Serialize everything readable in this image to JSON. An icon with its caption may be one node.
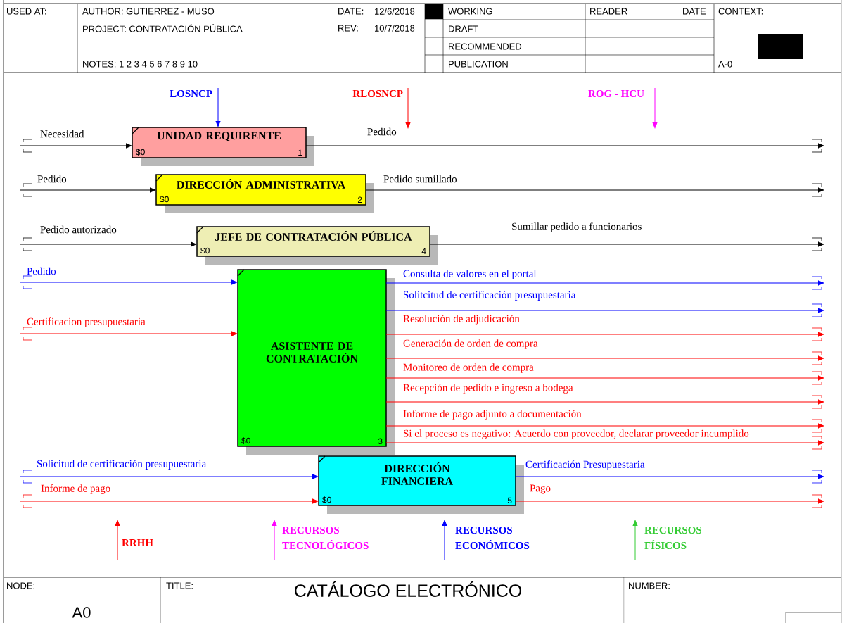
{
  "diagram": {
    "title": "CATÁLOGO ELECTRÓNICO",
    "nodes": [
      {
        "text": [
          "UNIDAD REQUIRENTE",
          "$0",
          "1"
        ]
      },
      {
        "text": [
          "DIRECCIÓN ADMINISTRATIVA",
          "$0",
          "2"
        ]
      },
      {
        "text": [
          "JEFE DE CONTRATACIÓN PÚBLICA",
          "$0",
          "4"
        ]
      },
      {
        "text": [
          "ASISTENTE DE CONTRATACIÓN",
          "$0",
          "3"
        ]
      },
      {
        "text": [
          "DIRECCIÓN FINANCIERA",
          "$0",
          "5"
        ]
      }
    ],
    "edges": [
      {
        "from": null,
        "to": 0,
        "arrow": "to",
        "label": "Necesidad",
        "color": "#000000"
      },
      {
        "from": 0,
        "to": null,
        "arrow": "to",
        "label": "Pedido",
        "color": "#000000"
      },
      {
        "from": null,
        "to": 1,
        "arrow": "to",
        "label": "Pedido",
        "color": "#000000"
      },
      {
        "from": 1,
        "to": null,
        "arrow": "to",
        "label": "Pedido sumillado",
        "color": "#000000"
      },
      {
        "from": null,
        "to": 2,
        "arrow": "to",
        "label": "Pedido autorizado",
        "color": "#000000"
      },
      {
        "from": 2,
        "to": null,
        "arrow": "to",
        "label": "Sumillar pedido a funcionarios",
        "color": "#000000"
      },
      {
        "from": null,
        "to": 3,
        "arrow": "to",
        "label": "Pedido",
        "color": "#0000ff"
      },
      {
        "from": null,
        "to": 3,
        "arrow": "to",
        "label": "Certificacion presupuestaria",
        "color": "#ff0000"
      },
      {
        "from": 3,
        "to": null,
        "arrow": "to",
        "label": "Consulta de valores en el portal",
        "color": "#0000ff"
      },
      {
        "from": 3,
        "to": null,
        "arrow": "to",
        "label": "Solitcitud de certificación presupuestaria",
        "color": "#0000ff"
      },
      {
        "from": 3,
        "to": null,
        "arrow": "to",
        "label": "Resolución de adjudicación",
        "color": "#ff0000"
      },
      {
        "from": 3,
        "to": null,
        "arrow": "to",
        "label": "Generación de orden de compra",
        "color": "#ff0000"
      },
      {
        "from": 3,
        "to": null,
        "arrow": "to",
        "label": "Monitoreo de orden de compra",
        "color": "#ff0000"
      },
      {
        "from": 3,
        "to": null,
        "arrow": "to",
        "label": "Recepción de pedido e ingreso a bodega",
        "color": "#ff0000"
      },
      {
        "from": 3,
        "to": null,
        "arrow": "to",
        "label": "Informe de pago adjunto a documentación",
        "color": "#ff0000"
      },
      {
        "from": 3,
        "to": null,
        "arrow": "to",
        "label": "Si el proceso es negativo: Acuerdo con proveedor, declarar proveedor incumplido",
        "color": "#ff0000"
      },
      {
        "from": null,
        "to": 4,
        "arrow": "to",
        "label": "Solicitud de certificación presupuestaria",
        "color": "#0000ff"
      },
      {
        "from": null,
        "to": 4,
        "arrow": "to",
        "label": "Informe de pago",
        "color": "#ff0000"
      },
      {
        "from": 4,
        "to": null,
        "arrow": "to",
        "label": "Certificación Presupuestaria",
        "color": "#0000ff"
      },
      {
        "from": 4,
        "to": null,
        "arrow": "to",
        "label": "Pago",
        "color": "#ff0000"
      },
      {
        "from": null,
        "to": 0,
        "arrow": "to",
        "label": "LOSNCP",
        "color": "#0000ff"
      }
    ],
    "labels": [
      "USED AT:",
      "AUTHOR: GUTIERREZ - MUSO",
      "DATE:",
      "12/6/2018",
      "WORKING",
      "READER",
      "DATE",
      "CONTEXT:",
      "PROJECT: CONTRATACIÓN PÚBLICA",
      "REV:",
      "10/7/2018",
      "DRAFT",
      "RECOMMENDED",
      "NOTES: 1 2 3 4 5 6 7 8 9 10",
      "PUBLICATION",
      "A-0",
      "RLOSNCP",
      "ROG - HCU",
      "RRHH",
      "RECURSOS TECNOLÓGICOS",
      "RECURSOS ECONÓMICOS",
      "RECURSOS FÍSICOS",
      "NODE:",
      "TITLE:",
      "NUMBER:",
      "A0"
    ]
  }
}
